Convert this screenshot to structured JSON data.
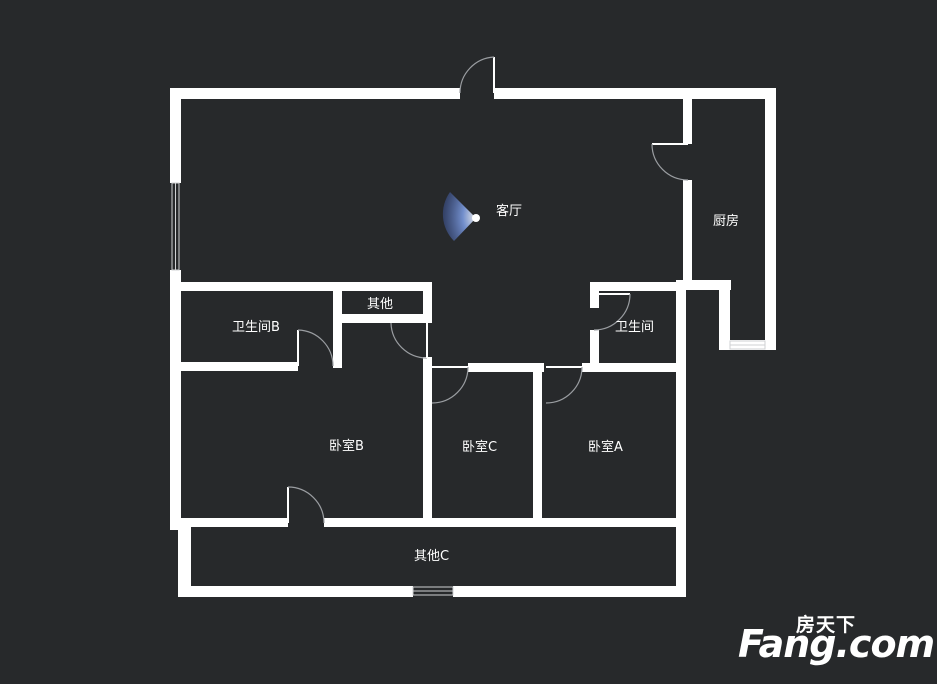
{
  "rooms": {
    "living_room": "客厅",
    "kitchen": "厨房",
    "bathroom_b": "卫生间B",
    "other": "其他",
    "bathroom": "卫生间",
    "bedroom_b": "卧室B",
    "bedroom_c": "卧室C",
    "bedroom_a": "卧室A",
    "other_c": "其他C"
  },
  "watermark": {
    "chinese": "房天下",
    "latin": "Fang.com"
  },
  "colors": {
    "background": "#27292b",
    "wall": "#ffffff",
    "door_arc": "#8a8d90",
    "compass": "#6f8fd6"
  },
  "icons": {
    "view_marker": "camera-view-cone-icon",
    "doors": "door-swing-icon",
    "windows": "window-icon"
  }
}
